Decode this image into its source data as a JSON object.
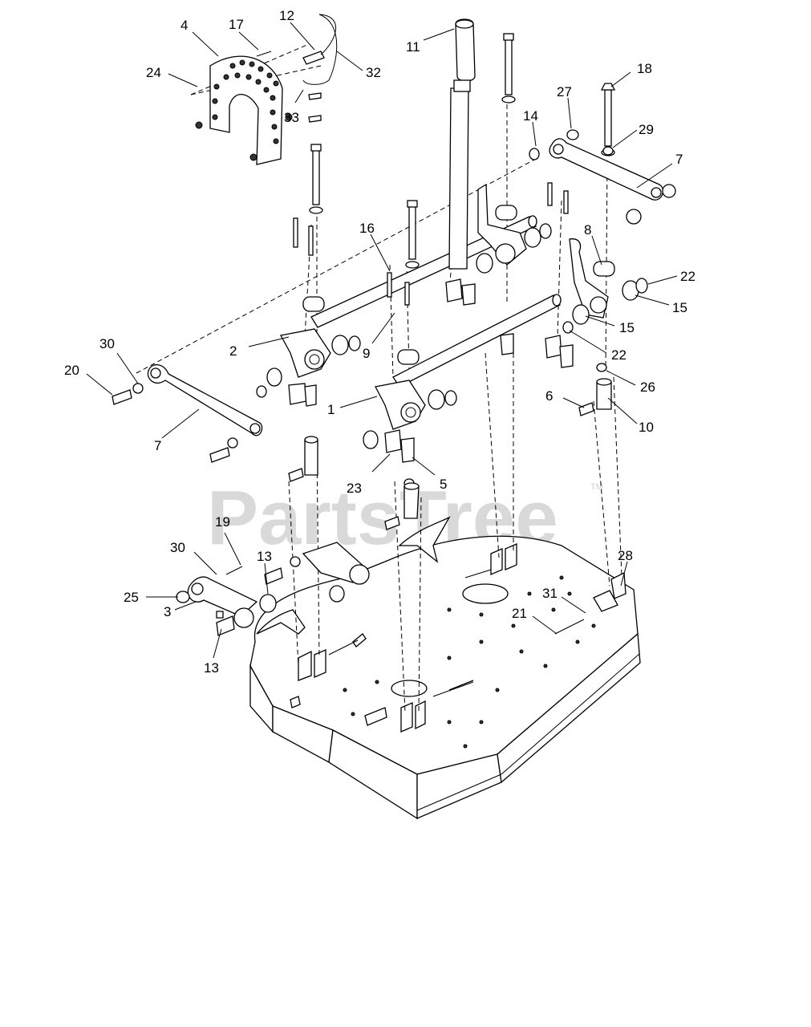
{
  "watermark": {
    "text": "PartsTree",
    "tm": "TM"
  },
  "colors": {
    "line": "#000000",
    "watermark": "#d9d9d9",
    "background": "#ffffff"
  },
  "callouts": [
    {
      "text": "4"
    },
    {
      "text": "17"
    },
    {
      "text": "12"
    },
    {
      "text": "11"
    },
    {
      "text": "24"
    },
    {
      "text": "32"
    },
    {
      "text": "33"
    },
    {
      "text": "14"
    },
    {
      "text": "27"
    },
    {
      "text": "18"
    },
    {
      "text": "29"
    },
    {
      "text": "7"
    },
    {
      "text": "16"
    },
    {
      "text": "8"
    },
    {
      "text": "22"
    },
    {
      "text": "15"
    },
    {
      "text": "15"
    },
    {
      "text": "22"
    },
    {
      "text": "2"
    },
    {
      "text": "9"
    },
    {
      "text": "30"
    },
    {
      "text": "20"
    },
    {
      "text": "26"
    },
    {
      "text": "1"
    },
    {
      "text": "6"
    },
    {
      "text": "10"
    },
    {
      "text": "7"
    },
    {
      "text": "23"
    },
    {
      "text": "5"
    },
    {
      "text": "19"
    },
    {
      "text": "30"
    },
    {
      "text": "13"
    },
    {
      "text": "28"
    },
    {
      "text": "25"
    },
    {
      "text": "31"
    },
    {
      "text": "21"
    },
    {
      "text": "3"
    },
    {
      "text": "13"
    }
  ]
}
